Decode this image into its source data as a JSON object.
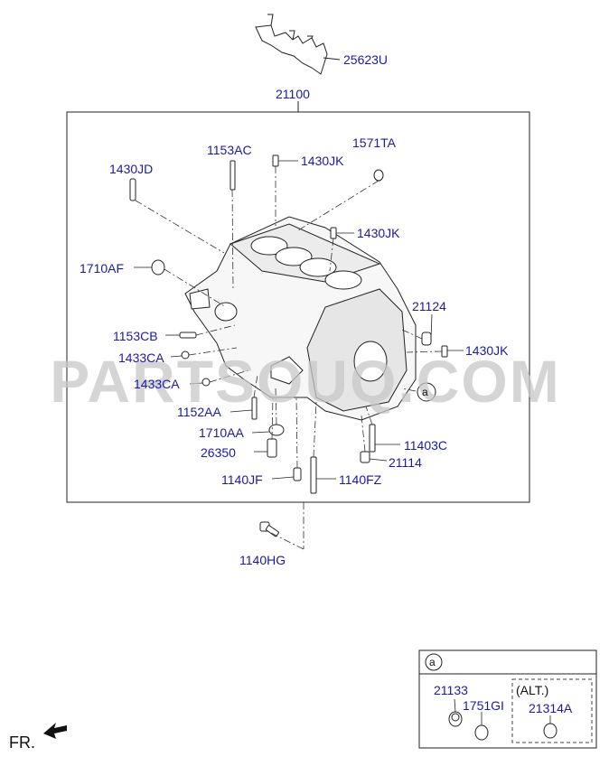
{
  "watermark": "PARTSOUQ.COM",
  "orientation_label": "FR.",
  "callout_marker": "a",
  "alt_label": "(ALT.)",
  "colors": {
    "part_label": "#1a1aa6",
    "line": "#222222",
    "watermark": "#c8c8c8"
  },
  "parts": {
    "p25623U": "25623U",
    "p21100": "21100",
    "p1153AC": "1153AC",
    "p1571TA": "1571TA",
    "p1430JD": "1430JD",
    "p1430JK_a": "1430JK",
    "p1430JK_b": "1430JK",
    "p1430JK_c": "1430JK",
    "p1710AF": "1710AF",
    "p21124": "21124",
    "p1153CB": "1153CB",
    "p1433CA_a": "1433CA",
    "p1433CA_b": "1433CA",
    "p1152AA": "1152AA",
    "p1710AA": "1710AA",
    "p26350": "26350",
    "p11403C": "11403C",
    "p21114": "21114",
    "p1140JF": "1140JF",
    "p1140FZ": "1140FZ",
    "p1140HG": "1140HG",
    "p21133": "21133",
    "p1751GI": "1751GI",
    "p21314A": "21314A"
  }
}
